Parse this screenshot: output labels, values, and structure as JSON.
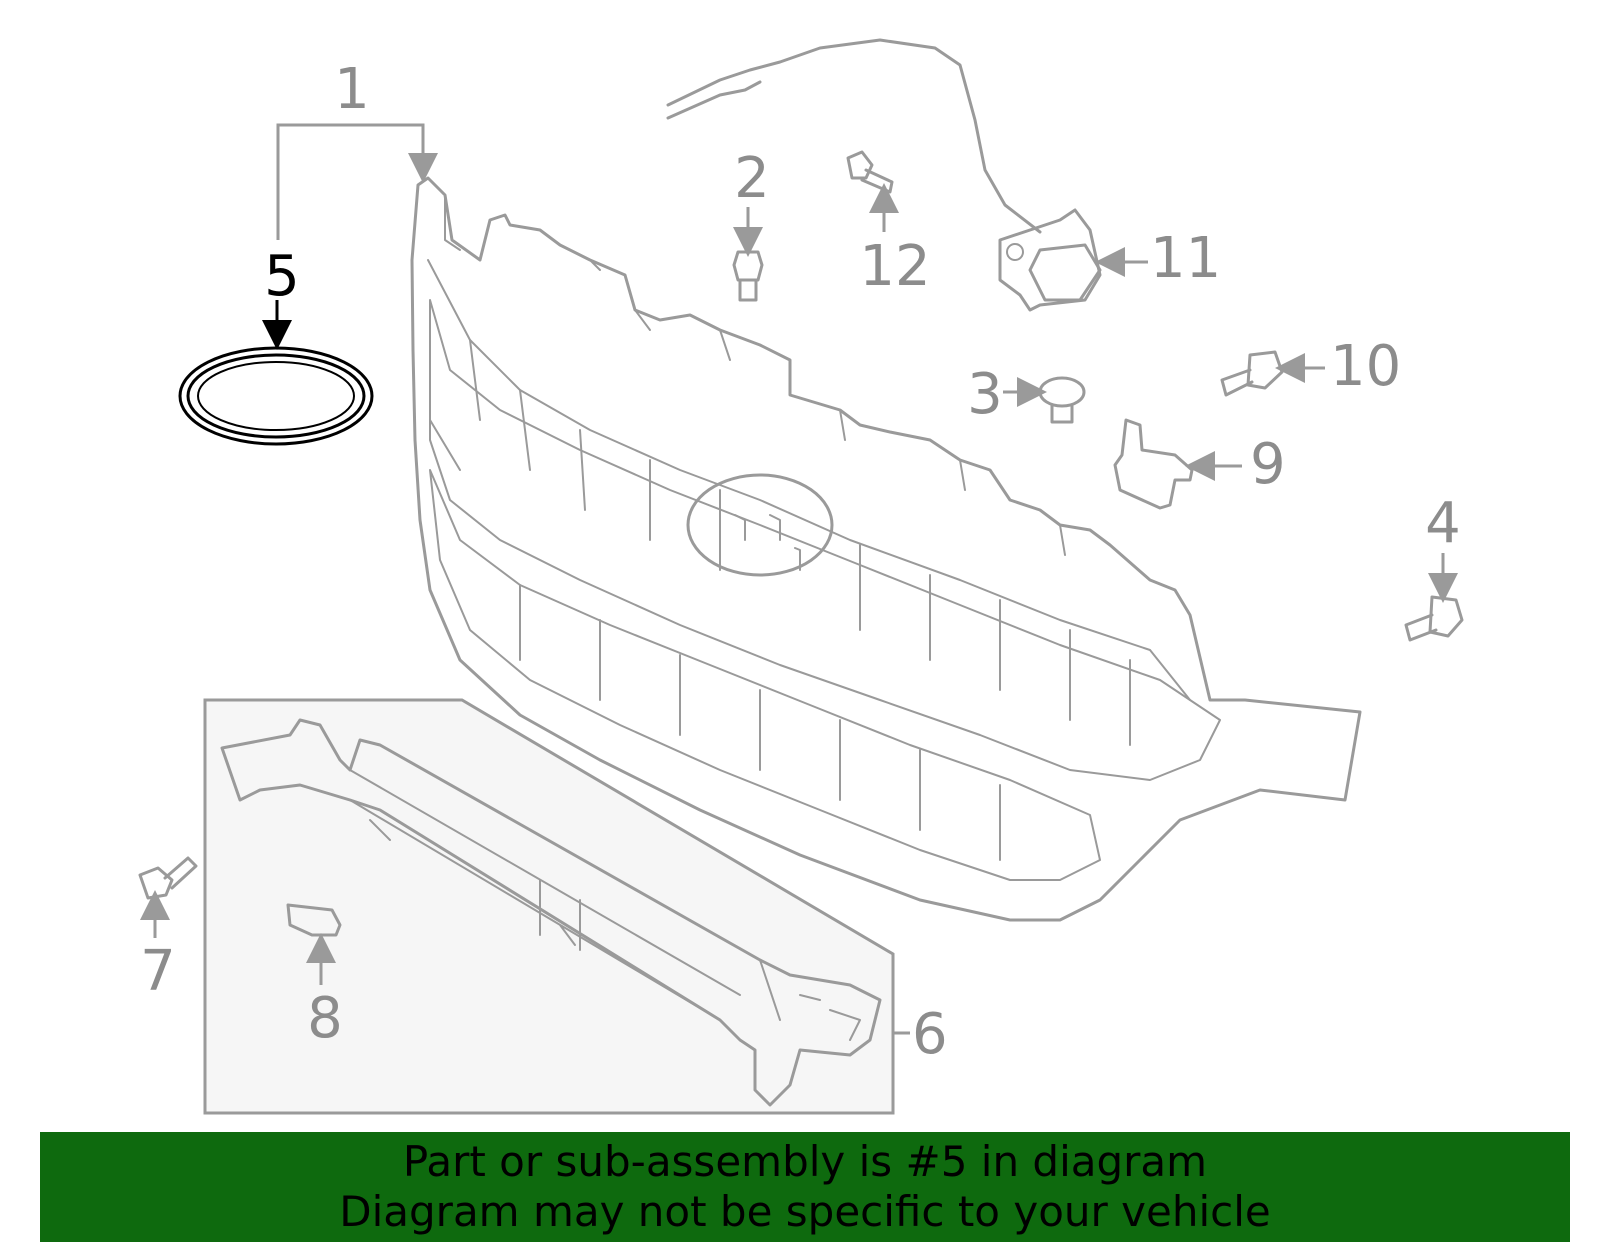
{
  "callouts": [
    {
      "id": "1",
      "highlighted": false
    },
    {
      "id": "2",
      "highlighted": false
    },
    {
      "id": "3",
      "highlighted": false
    },
    {
      "id": "4",
      "highlighted": false
    },
    {
      "id": "5",
      "highlighted": true
    },
    {
      "id": "6",
      "highlighted": false
    },
    {
      "id": "7",
      "highlighted": false
    },
    {
      "id": "8",
      "highlighted": false
    },
    {
      "id": "9",
      "highlighted": false
    },
    {
      "id": "10",
      "highlighted": false
    },
    {
      "id": "11",
      "highlighted": false
    },
    {
      "id": "12",
      "highlighted": false
    }
  ],
  "banner": {
    "line1": "Part or sub-assembly is #5 in diagram",
    "line2": "Diagram may not be specific to your vehicle"
  },
  "colors": {
    "banner_bg": "#0e6a0e",
    "part_stroke": "#9a9a9a",
    "highlight": "#000000",
    "subassembly_box_fill": "#f6f6f6"
  }
}
